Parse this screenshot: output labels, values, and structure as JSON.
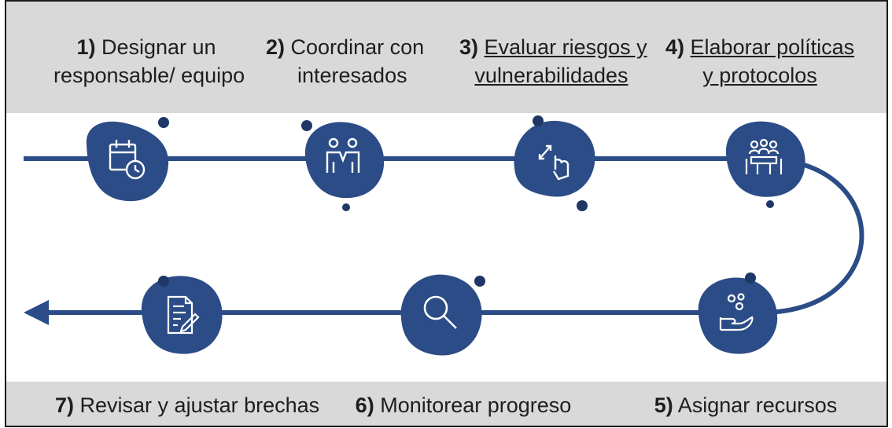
{
  "colors": {
    "primary": "#2b4c86",
    "dark": "#1f3766",
    "band": "#d9d9d9"
  },
  "steps": [
    {
      "num": "1)",
      "line1": "Designar un",
      "line2": "responsable/ equipo",
      "icon": "calendar-clock-icon",
      "underlined": false
    },
    {
      "num": "2)",
      "line1": "Coordinar con",
      "line2": "interesados",
      "icon": "people-handshake-icon",
      "underlined": false
    },
    {
      "num": "3)",
      "line1": "Evaluar riesgos y",
      "line2": "vulnerabilidades",
      "icon": "touch-gesture-icon",
      "underlined": true
    },
    {
      "num": "4)",
      "line1": "Elaborar políticas",
      "line2": "y protocolos",
      "icon": "meeting-table-icon",
      "underlined": true
    },
    {
      "num": "5)",
      "line1": "Asignar recursos",
      "line2": "",
      "icon": "hand-coins-icon",
      "underlined": false
    },
    {
      "num": "6)",
      "line1": "Monitorear progreso",
      "line2": "",
      "icon": "magnifier-icon",
      "underlined": false
    },
    {
      "num": "7)",
      "line1": "Revisar y ajustar brechas",
      "line2": "",
      "icon": "document-edit-icon",
      "underlined": false
    }
  ]
}
